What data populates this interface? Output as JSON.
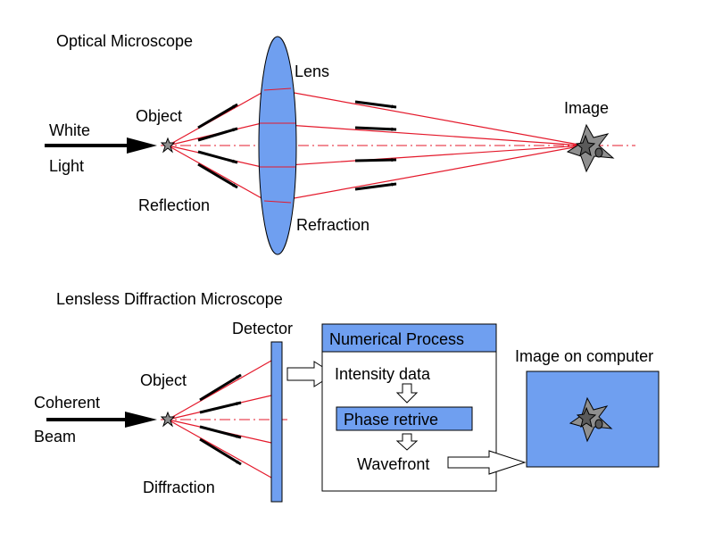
{
  "colors": {
    "ray": "#e4192b",
    "accent_blue": "#6f9ff0",
    "star_fill": "#8f8f8f",
    "arrow": "#000000",
    "box_border": "#000000"
  },
  "optical": {
    "title": "Optical Microscope",
    "light_line1": "White",
    "light_line2": "Light",
    "object_label": "Object",
    "reflection_label": "Reflection",
    "lens_label": "Lens",
    "refraction_label": "Refraction",
    "image_label": "Image"
  },
  "lensless": {
    "title": "Lensless Diffraction Microscope",
    "beam_line1": "Coherent",
    "beam_line2": "Beam",
    "object_label": "Object",
    "diffraction_label": "Diffraction",
    "detector_label": "Detector",
    "process_title": "Numerical Process",
    "intensity_label": "Intensity data",
    "phase_label": "Phase retrive",
    "wavefront_label": "Wavefront",
    "computer_label": "Image on computer"
  }
}
